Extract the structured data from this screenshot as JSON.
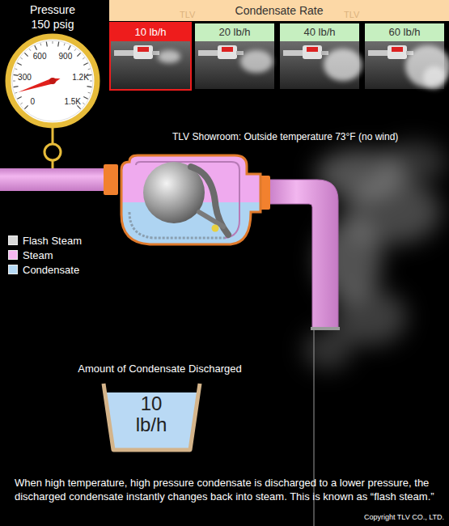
{
  "diagram": {
    "caption": "When high temperature, high pressure condensate is discharged to a lower pressure, the discharged condensate instantly changes back into steam. This is known as “flash steam.”",
    "nodes": [
      {
        "text": [
          "Pressure 150 psig",
          "0",
          "300",
          "600",
          "900",
          "1.2K",
          "1.5K"
        ]
      },
      {
        "text": [
          "Condensate Rate"
        ]
      },
      {
        "text": [
          "10 lb/h"
        ]
      },
      {
        "text": [
          "20 lb/h"
        ]
      },
      {
        "text": [
          "40 lb/h"
        ]
      },
      {
        "text": [
          "60 lb/h"
        ]
      },
      {
        "text": [
          "Amount of Condensate Discharged",
          "10 lb/h"
        ]
      }
    ],
    "labels": [
      "TLV",
      "TLV",
      "TLV Showroom: Outside temperature 73°F (no wind)",
      "Copyright TLV CO., LTD."
    ],
    "legend": [
      {
        "text": "Flash Steam",
        "color": "#d9d9d9"
      },
      {
        "text": "Steam",
        "color": "#f5b8f0"
      },
      {
        "text": "Condensate",
        "color": "#b5d9f5"
      }
    ]
  }
}
